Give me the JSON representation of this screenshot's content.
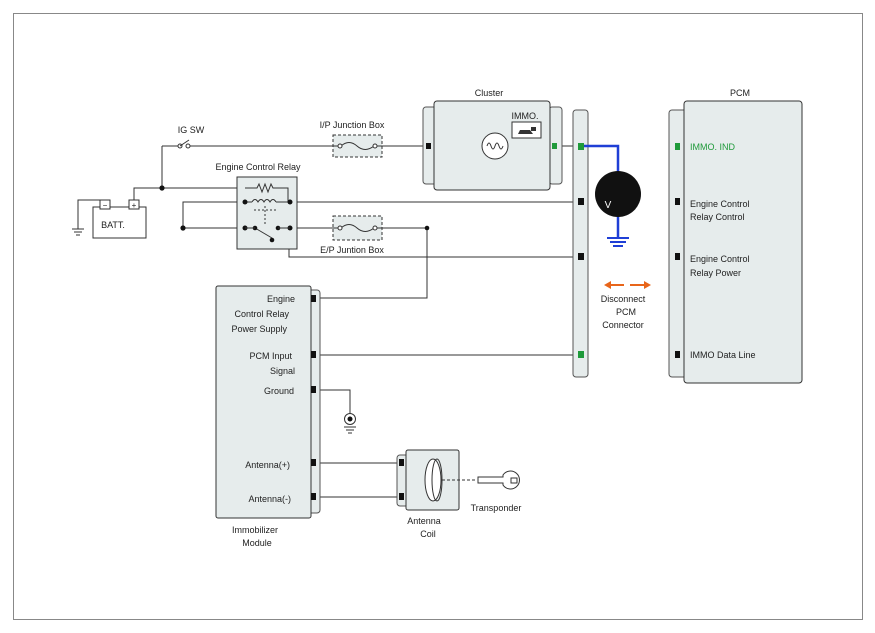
{
  "labels": {
    "cluster": "Cluster",
    "immo_icon": "IMMO.",
    "pcm": "PCM",
    "ig_sw": "IG SW",
    "ip_junction": "I/P Junction Box",
    "ep_junction": "E/P Juntion Box",
    "engine_control_relay": "Engine Control Relay",
    "batt": "BATT.",
    "batt_minus": "−",
    "batt_plus": "+",
    "voltmeter": "V",
    "disconnect_1": "Disconnect",
    "disconnect_2": "PCM",
    "disconnect_3": "Connector",
    "pcm_pins": {
      "immo_ind": "IMMO. IND",
      "ecr_control_1": "Engine Control",
      "ecr_control_2": "Relay Control",
      "ecr_power_1": "Engine Control",
      "ecr_power_2": "Relay Power",
      "immo_data": "IMMO Data Line"
    },
    "immobilizer_pins": {
      "ecr_supply_1": "Engine",
      "ecr_supply_2": "Control Relay",
      "ecr_supply_3": "Power Supply",
      "pcm_input_1": "PCM Input",
      "pcm_input_2": "Signal",
      "ground": "Ground",
      "antenna_plus": "Antenna(+)",
      "antenna_minus": "Antenna(-)"
    },
    "immobilizer_1": "Immobilizer",
    "immobilizer_2": "Module",
    "antenna_1": "Antenna",
    "antenna_2": "Coil",
    "transponder": "Transponder"
  },
  "colors": {
    "wire": "#333333",
    "box_fill": "#e6ecec",
    "probe_wire": "#1f3fd6",
    "highlight_pin": "#1f9a3a",
    "arrow": "#e8651a"
  }
}
